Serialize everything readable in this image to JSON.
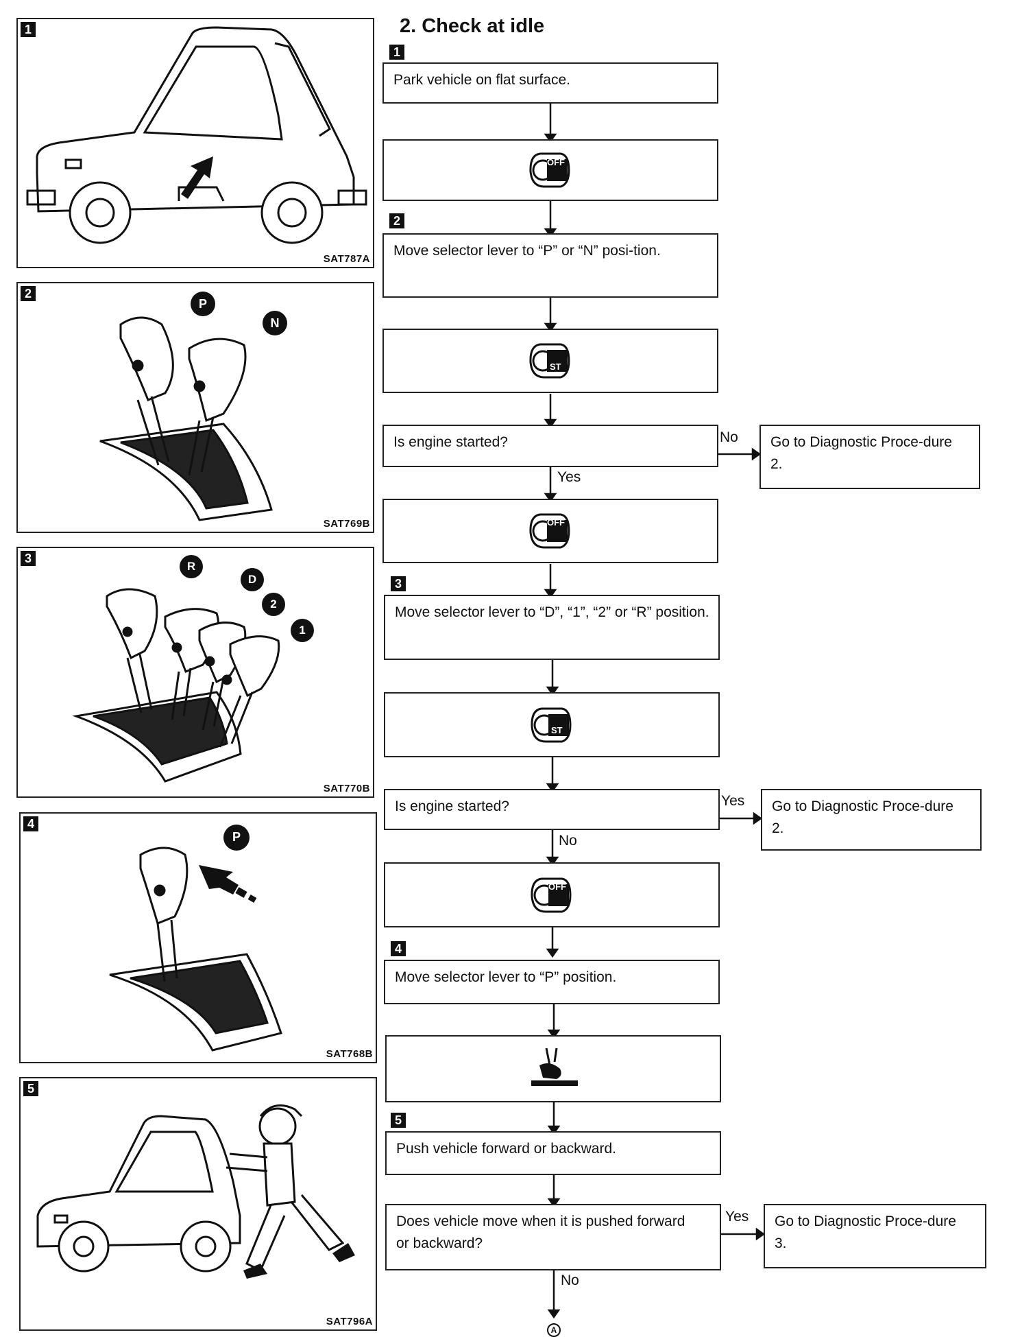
{
  "title": "2.  Check at idle",
  "panels": [
    {
      "num": "1",
      "code": "SAT787A"
    },
    {
      "num": "2",
      "code": "SAT769B",
      "badges": [
        "P",
        "N"
      ]
    },
    {
      "num": "3",
      "code": "SAT770B",
      "badges": [
        "R",
        "D",
        "2",
        "1"
      ]
    },
    {
      "num": "4",
      "code": "SAT768B",
      "badges": [
        "P"
      ]
    },
    {
      "num": "5",
      "code": "SAT796A"
    }
  ],
  "flow": {
    "step_1": "1",
    "step_2": "2",
    "step_3": "3",
    "step_4": "4",
    "step_5": "5",
    "park_flat": "Park vehicle on flat surface.",
    "key_off": "OFF",
    "key_st": "ST",
    "move_p_n": "Move selector lever to “P” or “N” posi-tion.",
    "engine_started_q": "Is engine started?",
    "no": "No",
    "yes": "Yes",
    "goto_dp2": "Go to Diagnostic Proce-dure 2.",
    "move_d12r": "Move selector lever to “D”, “1”, “2” or “R” position.",
    "move_p": "Move selector lever to “P” position.",
    "push_vehicle": "Push vehicle forward or backward.",
    "moves_q": "Does vehicle move when it is pushed forward or backward?",
    "goto_dp3": "Go to Diagnostic Proce-dure 3.",
    "connector": "A"
  },
  "icons": [
    "ignition-off-icon",
    "ignition-start-icon",
    "parking-brake-icon",
    "arrow-icon"
  ]
}
